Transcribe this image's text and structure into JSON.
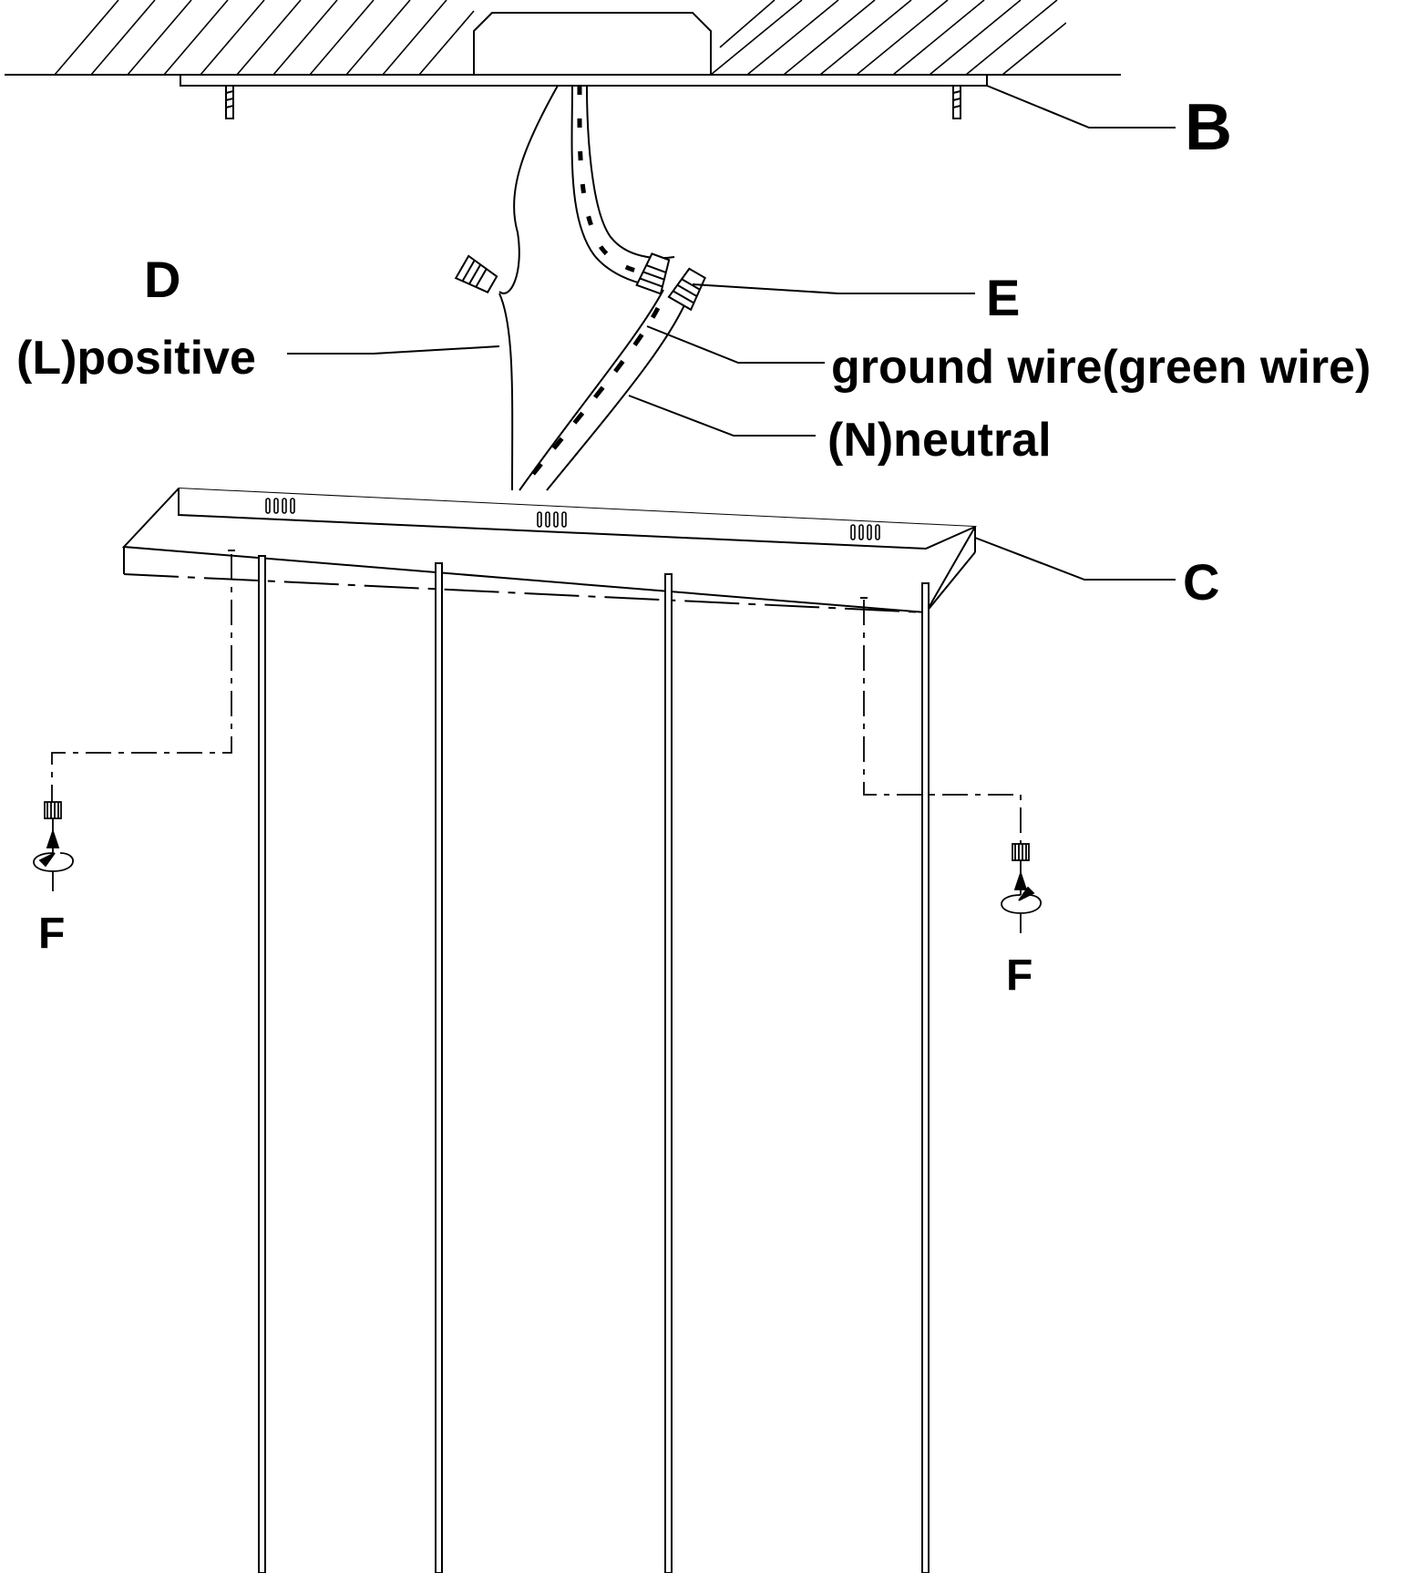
{
  "labels": {
    "B": "B",
    "C": "C",
    "D": "D",
    "E": "E",
    "F_left": "F",
    "F_right": "F",
    "positive": "(L)positive",
    "ground": "ground wire(green wire)",
    "neutral": "(N)neutral"
  },
  "colors": {
    "line": "#000000",
    "background": "#ffffff"
  }
}
